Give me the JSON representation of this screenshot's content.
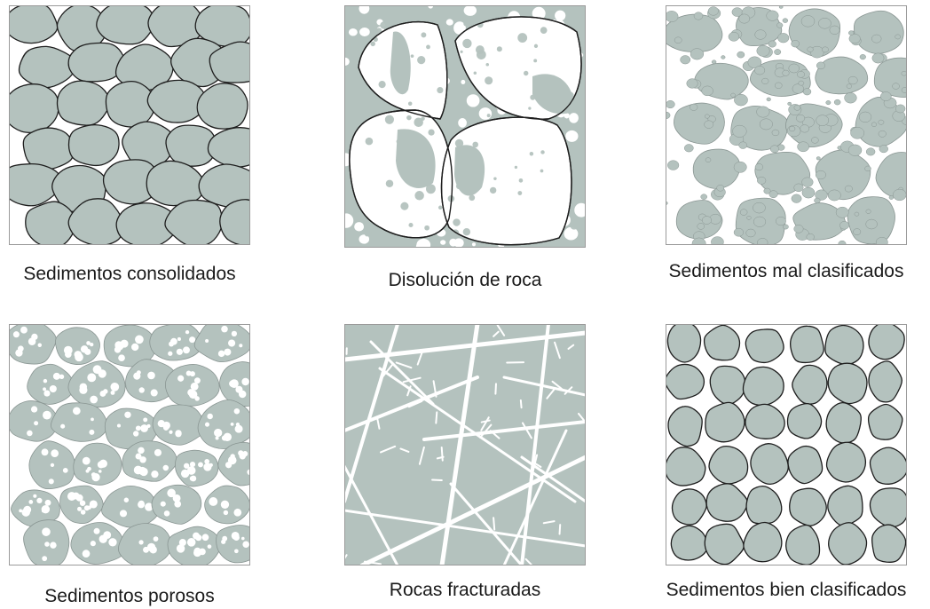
{
  "colors": {
    "grain_fill": "#b4c2be",
    "grain_stroke": "#1e1e1e",
    "pore": "#ffffff",
    "frame": "#9a9a9a"
  },
  "panels": [
    {
      "id": "consolidados",
      "caption": "Sedimentos consolidados"
    },
    {
      "id": "disolucion",
      "caption": "Disolución de roca"
    },
    {
      "id": "mal",
      "caption": "Sedimentos mal clasificados"
    },
    {
      "id": "porosos",
      "caption": "Sedimentos porosos"
    },
    {
      "id": "fracturadas",
      "caption": "Rocas fracturadas"
    },
    {
      "id": "bien",
      "caption": "Sedimentos bien clasificados"
    }
  ]
}
